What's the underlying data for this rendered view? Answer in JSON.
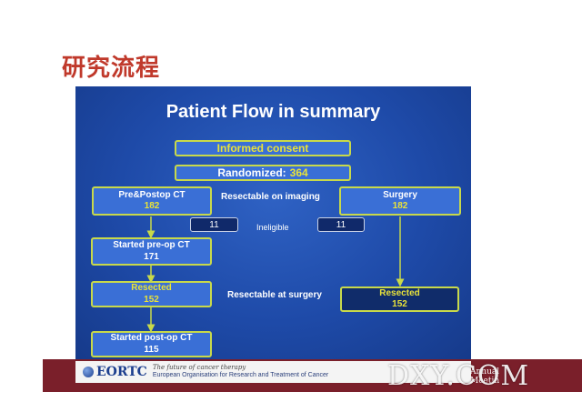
{
  "page": {
    "heading": "研究流程"
  },
  "slide": {
    "title": "Patient Flow in summary",
    "informed_consent": "Informed consent",
    "randomized": {
      "label": "Randomized:",
      "count": "364"
    },
    "left_arm": {
      "label": "Pre&Postop CT",
      "count": "182"
    },
    "right_arm": {
      "label": "Surgery",
      "count": "182"
    },
    "resectable_imaging": "Resectable on imaging",
    "ineligible": {
      "label": "Ineligible",
      "left_count": "11",
      "right_count": "11"
    },
    "started_preop": {
      "label": "Started pre-op CT",
      "count": "171"
    },
    "resected_left": {
      "label": "Resected",
      "count": "152"
    },
    "resectable_surgery": "Resectable at surgery",
    "resected_right": {
      "label": "Resected",
      "count": "152"
    },
    "started_postop": {
      "label": "Started post-op CT",
      "count": "115"
    }
  },
  "footer": {
    "logo": "EORTC",
    "tagline_1": "The future of cancer therapy",
    "tagline_2": "European Organisation for Research and Treatment of Cancer",
    "right_text_1": "Annual",
    "right_text_2": "Meetin",
    "watermark": "DXY.COM"
  },
  "colors": {
    "heading": "#c0392b",
    "slide_bg": "#1e4aa8",
    "box_border": "#c8d94a",
    "count_yellow": "#e8e23a",
    "footer_bg": "#7a1f2a"
  }
}
